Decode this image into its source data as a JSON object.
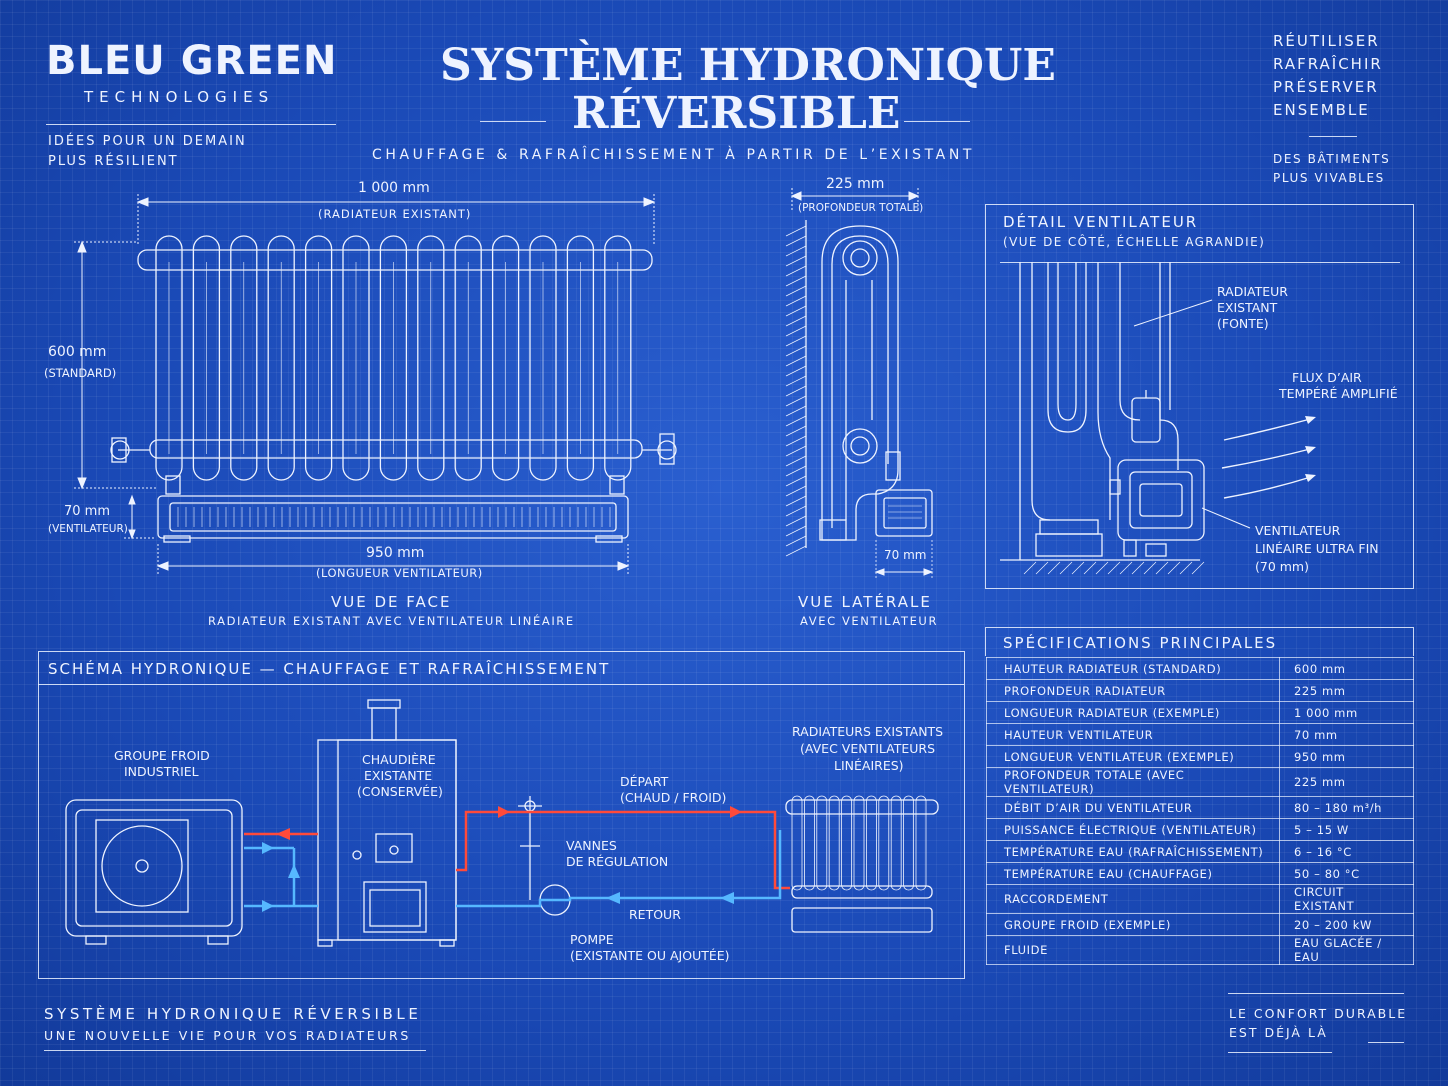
{
  "brand": {
    "name": "BLEU GREEN",
    "sub": "TECHNOLOGIES",
    "tagline1": "IDÉES POUR UN DEMAIN",
    "tagline2": "PLUS RÉSILIENT"
  },
  "title": {
    "line1": "SYSTÈME HYDRONIQUE",
    "line2": "RÉVERSIBLE",
    "subtitle": "CHAUFFAGE & RAFRAÎCHISSEMENT À PARTIR DE L’EXISTANT"
  },
  "motto": {
    "lines": [
      "RÉUTILISER",
      "RAFRAÎCHIR",
      "PRÉSERVER",
      "ENSEMBLE"
    ],
    "sub1": "DES BÂTIMENTS",
    "sub2": "PLUS VIVABLES"
  },
  "front_view": {
    "width": "1 000 mm",
    "width_note": "(RADIATEUR EXISTANT)",
    "height": "600 mm",
    "height_note": "(STANDARD)",
    "fan_height": "70 mm",
    "fan_height_note": "(VENTILATEUR)",
    "fan_length": "950 mm",
    "fan_length_note": "(LONGUEUR VENTILATEUR)",
    "caption": "VUE DE FACE",
    "caption_sub": "RADIATEUR EXISTANT AVEC VENTILATEUR LINÉAIRE"
  },
  "side_view": {
    "depth": "225 mm",
    "depth_note": "(PROFONDEUR TOTALE)",
    "fan_depth": "70 mm",
    "caption": "VUE LATÉRALE",
    "caption_sub": "AVEC VENTILATEUR"
  },
  "fan_detail": {
    "title": "DÉTAIL VENTILATEUR",
    "subtitle": "(VUE DE CÔTÉ, ÉCHELLE AGRANDIE)",
    "radiator_label": [
      "RADIATEUR",
      "EXISTANT",
      "(FONTE)"
    ],
    "airflow_label": [
      "FLUX D’AIR",
      "TEMPÉRÉ AMPLIFIÉ"
    ],
    "fan_label": [
      "VENTILATEUR",
      "LINÉAIRE ULTRA FIN",
      "(70 mm)"
    ]
  },
  "hydronic": {
    "title": "SCHÉMA HYDRONIQUE — CHAUFFAGE ET RAFRAÎCHISSEMENT",
    "chiller": [
      "GROUPE FROID",
      "INDUSTRIEL"
    ],
    "boiler": [
      "CHAUDIÈRE",
      "EXISTANTE",
      "(CONSERVÉE)"
    ],
    "supply": [
      "DÉPART",
      "(CHAUD / FROID)"
    ],
    "valves": [
      "VANNES",
      "DE RÉGULATION"
    ],
    "return": "RETOUR",
    "pump": [
      "POMPE",
      "(EXISTANTE OU AJOUTÉE)"
    ],
    "radiators": [
      "RADIATEURS EXISTANTS",
      "(AVEC VENTILATEURS",
      "LINÉAIRES)"
    ]
  },
  "specs": {
    "title": "SPÉCIFICATIONS PRINCIPALES",
    "rows": [
      [
        "HAUTEUR RADIATEUR (STANDARD)",
        "600 mm"
      ],
      [
        "PROFONDEUR RADIATEUR",
        "225 mm"
      ],
      [
        "LONGUEUR RADIATEUR (EXEMPLE)",
        "1 000 mm"
      ],
      [
        "HAUTEUR VENTILATEUR",
        "70 mm"
      ],
      [
        "LONGUEUR VENTILATEUR (EXEMPLE)",
        "950 mm"
      ],
      [
        "PROFONDEUR TOTALE (AVEC VENTILATEUR)",
        "225 mm"
      ],
      [
        "DÉBIT D’AIR DU VENTILATEUR",
        "80 – 180 m³/h"
      ],
      [
        "PUISSANCE ÉLECTRIQUE (VENTILATEUR)",
        "5 – 15 W"
      ],
      [
        "TEMPÉRATURE EAU (RAFRAÎCHISSEMENT)",
        "6 – 16 °C"
      ],
      [
        "TEMPÉRATURE EAU (CHAUFFAGE)",
        "50 – 80 °C"
      ],
      [
        "RACCORDEMENT",
        "CIRCUIT EXISTANT"
      ],
      [
        "GROUPE FROID (EXEMPLE)",
        "20 – 200 kW"
      ],
      [
        "FLUIDE",
        "EAU GLACÉE / EAU"
      ]
    ]
  },
  "footer": {
    "line1": "SYSTÈME HYDRONIQUE RÉVERSIBLE",
    "line2": "UNE NOUVELLE VIE POUR VOS RADIATEURS",
    "right1": "LE CONFORT DURABLE",
    "right2": "EST DÉJÀ LÀ"
  },
  "colors": {
    "background": "#1a49b6",
    "line": "#eef3ff",
    "hot": "#ff4a3a",
    "cold": "#56b8ff"
  }
}
